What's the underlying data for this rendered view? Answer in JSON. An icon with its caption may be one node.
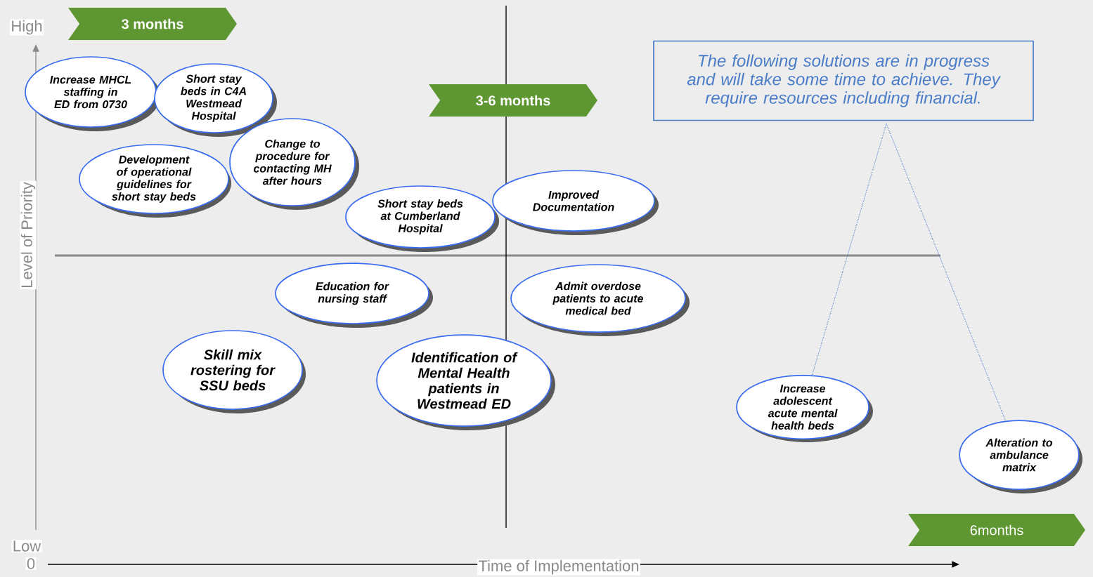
{
  "diagram": {
    "nodes": [
      {
        "text": [
          "3 months"
        ]
      },
      {
        "text": [
          "3-6 months"
        ]
      },
      {
        "text": [
          "6months"
        ]
      },
      {
        "text": [
          "Increase MHCL staffing in ED from 0730"
        ]
      },
      {
        "text": [
          "Short stay beds in C4A Westmead Hospital"
        ]
      },
      {
        "text": [
          "Development of operational guidelines for short stay beds"
        ]
      },
      {
        "text": [
          "Change to procedure for contacting MH after hours"
        ]
      },
      {
        "text": [
          "Short stay beds at Cumberland Hospital"
        ]
      },
      {
        "text": [
          "Improved Documentation"
        ]
      },
      {
        "text": [
          "Education for nursing staff"
        ]
      },
      {
        "text": [
          "Admit overdose patients to acute medical bed"
        ]
      },
      {
        "text": [
          "Skill mix rostering for SSU beds"
        ]
      },
      {
        "text": [
          "Identification of Mental Health patients in Westmead ED"
        ]
      },
      {
        "text": [
          "Increase adolescent acute mental health beds"
        ]
      },
      {
        "text": [
          "Alteration to ambulance matrix"
        ]
      },
      {
        "text": [
          "The following solutions are in progress and will take some time to achieve. They require resources including financial."
        ]
      }
    ],
    "edges": [
      {
        "from": 15,
        "to": 13,
        "arrow": "none",
        "style": "dashed"
      },
      {
        "from": 15,
        "to": 14,
        "arrow": "none",
        "style": "dashed"
      }
    ],
    "labels": [
      "High",
      "Level of Priority",
      "Low",
      "0",
      "Time of Implementation"
    ]
  }
}
